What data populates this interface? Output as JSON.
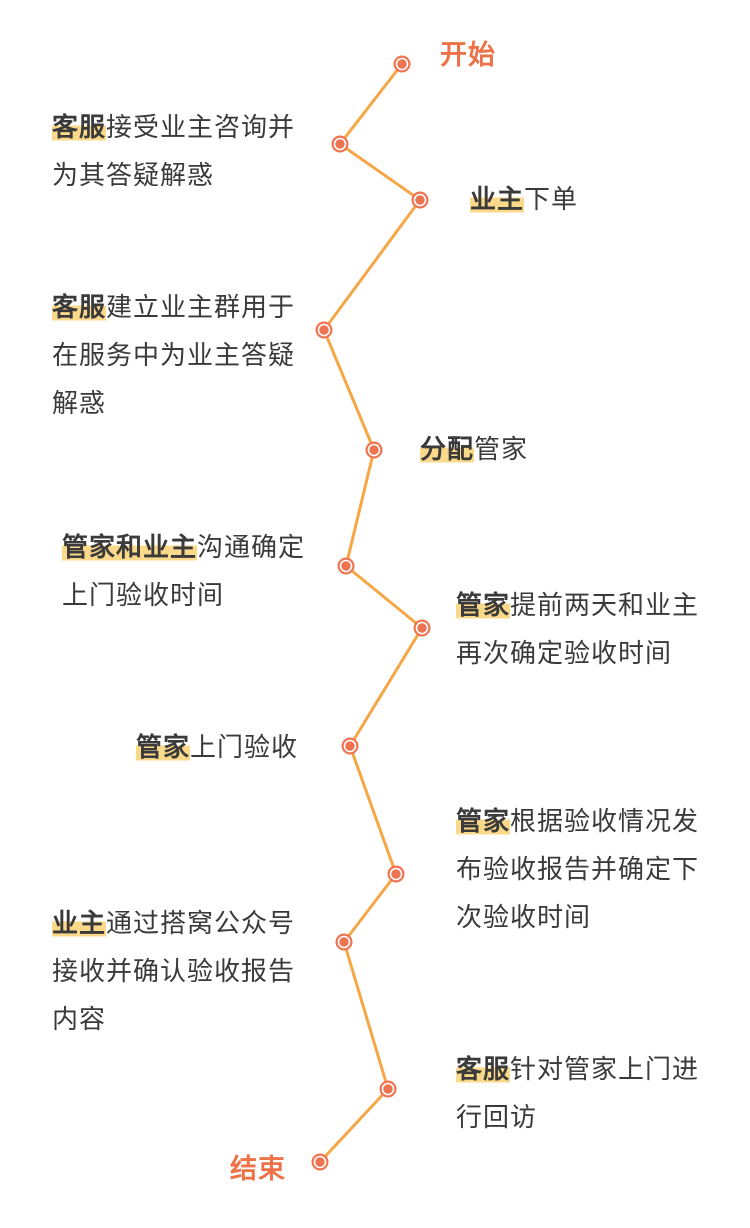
{
  "colors": {
    "line": "#f5a746",
    "node_fill": "#ee7451",
    "node_ring": "#ffffff",
    "highlight": "#fbd98a",
    "terminal_text": "#ee7248"
  },
  "start_label": "开始",
  "end_label": "结束",
  "steps": [
    {
      "actor": "客服",
      "line1": "接受业主咨询并",
      "line2": "为其答疑解惑",
      "line3": ""
    },
    {
      "actor": "业主",
      "line1": "下单",
      "line2": "",
      "line3": ""
    },
    {
      "actor": "客服",
      "line1": "建立业主群用于",
      "line2": "在服务中为业主答疑",
      "line3": "解惑"
    },
    {
      "actor": "分配",
      "line1": "管家",
      "line2": "",
      "line3": ""
    },
    {
      "actor": "管家和业主",
      "line1": "沟通确定",
      "line2": "上门验收时间",
      "line3": ""
    },
    {
      "actor": "管家",
      "line1": "提前两天和业主",
      "line2": "再次确定验收时间",
      "line3": ""
    },
    {
      "actor": "管家",
      "line1": "上门验收",
      "line2": "",
      "line3": ""
    },
    {
      "actor": "管家",
      "line1": "根据验收情况发",
      "line2": "布验收报告并确定下",
      "line3": "次验收时间"
    },
    {
      "actor": "业主",
      "line1": "通过搭窝公众号",
      "line2": "接收并确认验收报告",
      "line3": "内容"
    },
    {
      "actor": "客服",
      "line1": "针对管家上门进",
      "line2": "行回访",
      "line3": ""
    }
  ]
}
